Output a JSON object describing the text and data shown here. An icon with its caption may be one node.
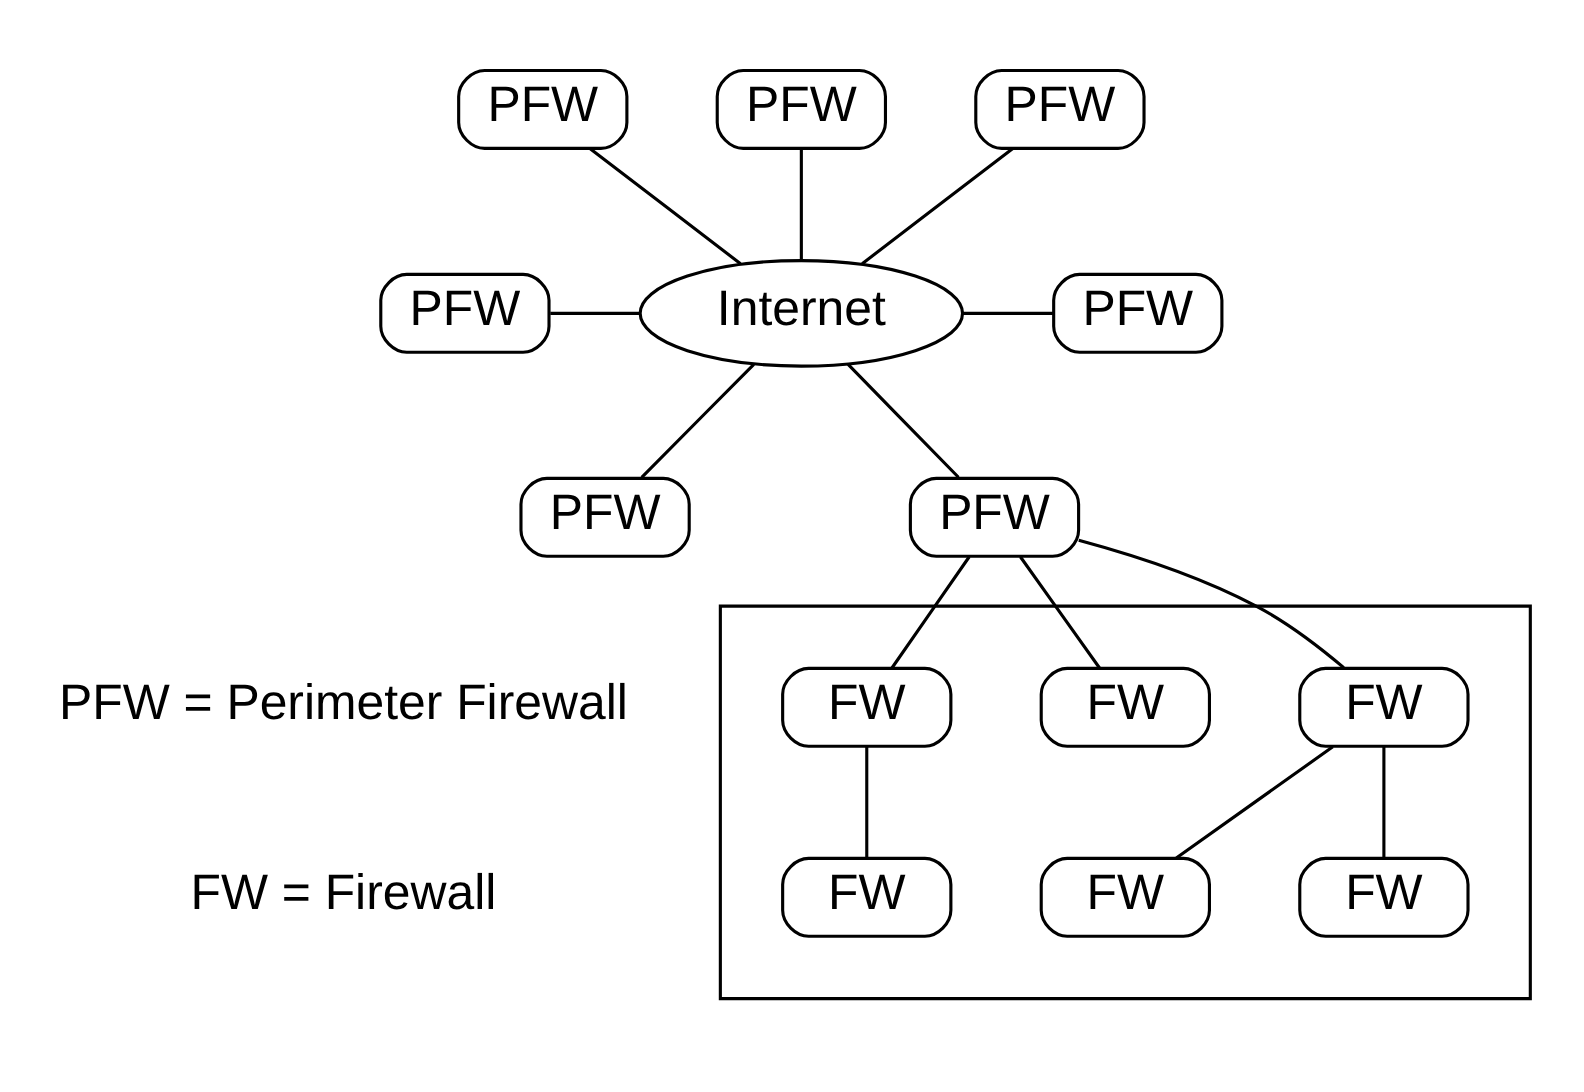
{
  "diagram": {
    "nodes": [
      {
        "text": [
          "PFW"
        ]
      },
      {
        "text": [
          "PFW"
        ]
      },
      {
        "text": [
          "PFW"
        ]
      },
      {
        "text": [
          "Internet"
        ]
      },
      {
        "text": [
          "PFW"
        ]
      },
      {
        "text": [
          "PFW"
        ]
      },
      {
        "text": [
          "PFW"
        ]
      },
      {
        "text": [
          "PFW"
        ]
      },
      {
        "text": [],
        "shape": "box"
      },
      {
        "text": [
          "FW"
        ],
        "in": 8
      },
      {
        "text": [
          "FW"
        ],
        "in": 8
      },
      {
        "text": [
          "FW"
        ],
        "in": 8
      },
      {
        "text": [
          "FW"
        ],
        "in": 8
      },
      {
        "text": [
          "FW"
        ],
        "in": 8
      },
      {
        "text": [
          "FW"
        ],
        "in": 8
      }
    ],
    "edges": [
      {
        "from": 0,
        "to": 3,
        "arrow": "none"
      },
      {
        "from": 1,
        "to": 3,
        "arrow": "none"
      },
      {
        "from": 2,
        "to": 3,
        "arrow": "none"
      },
      {
        "from": 5,
        "to": 3,
        "arrow": "none"
      },
      {
        "from": 3,
        "to": 4,
        "arrow": "none"
      },
      {
        "from": 3,
        "to": 6,
        "arrow": "none"
      },
      {
        "from": 3,
        "to": 7,
        "arrow": "none"
      },
      {
        "from": 7,
        "to": 9,
        "arrow": "none"
      },
      {
        "from": 7,
        "to": 10,
        "arrow": "none"
      },
      {
        "from": 7,
        "to": 11,
        "arrow": "none"
      },
      {
        "from": 9,
        "to": 12,
        "arrow": "none"
      },
      {
        "from": 9,
        "to": 13,
        "arrow": "none"
      },
      {
        "from": 11,
        "to": 14,
        "arrow": "none"
      }
    ],
    "labels": [
      "PFW = Perimeter Firewall",
      "FW = Firewall"
    ]
  }
}
